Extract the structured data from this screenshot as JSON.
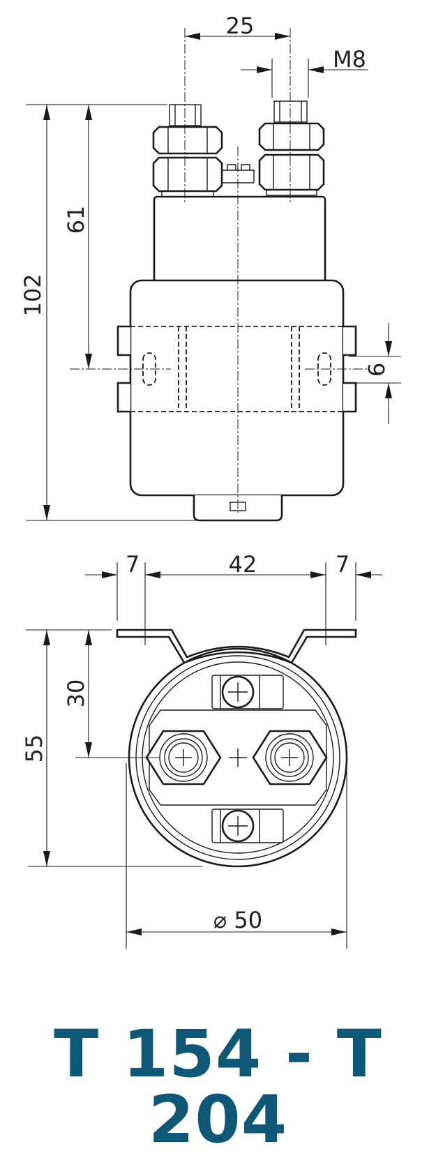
{
  "product_title": "T 154 - T 204",
  "colors": {
    "title": "#0f5777",
    "lines": "#1a1a1a"
  },
  "side_view": {
    "dimensions": {
      "terminal_spacing": "25",
      "thread": "M8",
      "overall_height": "102",
      "mount_height": "61",
      "slot_width": "6"
    }
  },
  "bottom_view": {
    "dimensions": {
      "flange_left": "7",
      "hole_spacing": "42",
      "flange_right": "7",
      "center_height": "30",
      "overall_depth": "55",
      "diameter": "⌀ 50"
    }
  }
}
